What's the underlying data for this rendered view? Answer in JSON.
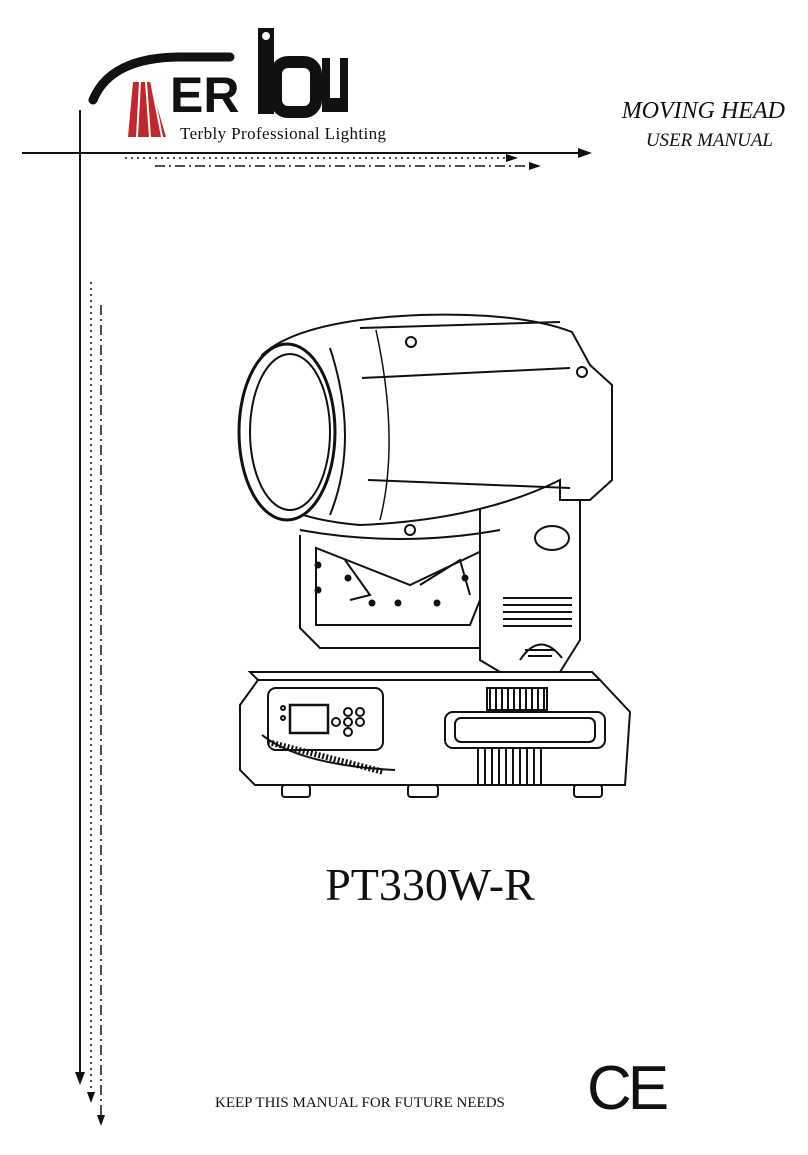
{
  "brand": {
    "logo_text": "TERBLY",
    "subtitle": "Terbly Professional Lighting"
  },
  "header": {
    "title_line1": "MOVING HEAD",
    "title_line2": "USER  MANUAL"
  },
  "product": {
    "model": "PT330W-R"
  },
  "footer": {
    "note": "KEEP THIS MANUAL FOR FUTURE NEEDS",
    "certification_mark": "CE"
  },
  "colors": {
    "ink": "#111111",
    "logo_beam": "#c0282d"
  }
}
